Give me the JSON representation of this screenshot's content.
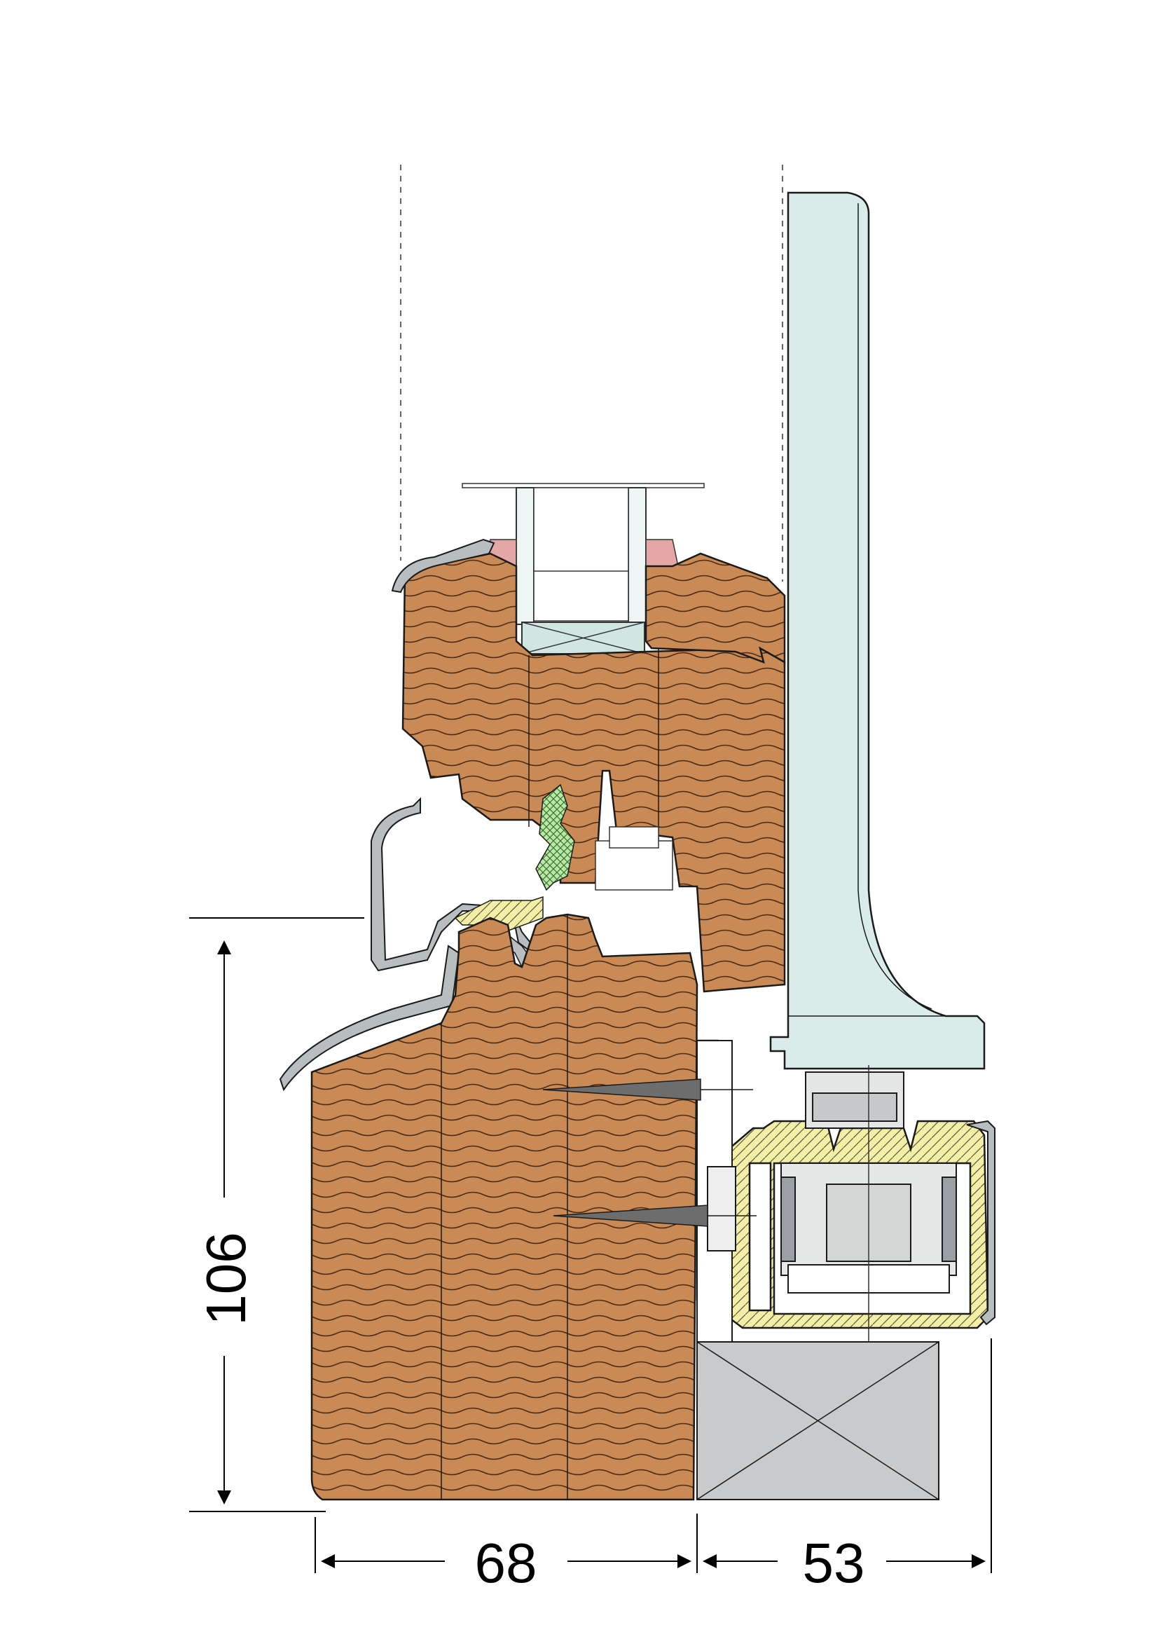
{
  "dimensions": {
    "height_value": "106",
    "width_left_value": "68",
    "width_right_value": "53"
  },
  "colors": {
    "wood": "#c98a55",
    "wood_grain": "#4a2a12",
    "glass": "#d9ece9",
    "gasket_pink": "#e4a7a5",
    "aluminium": "#9aa0a3",
    "plastic_yellow": "#f3f0a6",
    "gasket_green": "#7fc06a",
    "grey_block": "#c9cacb",
    "outline": "#1a1a1a"
  }
}
